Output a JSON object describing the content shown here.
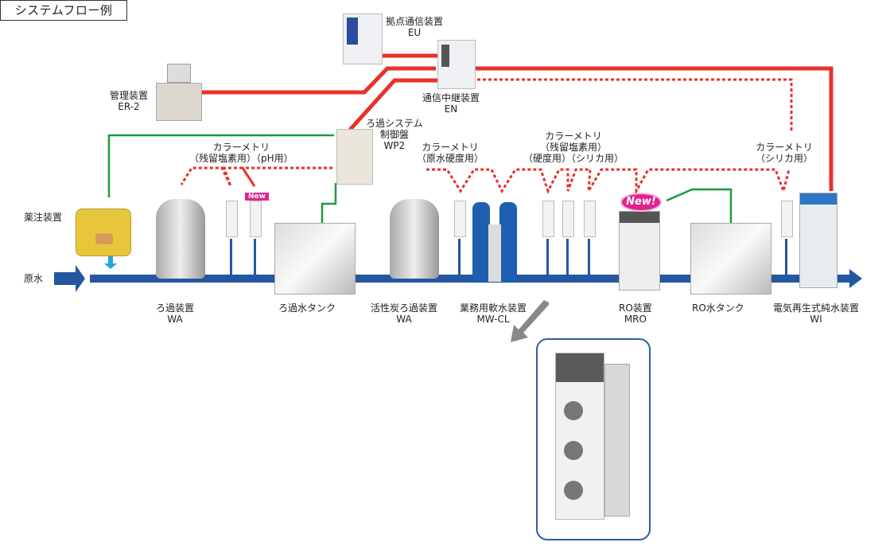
{
  "title": "システムフロー例",
  "colors": {
    "comm_line": "#e8312a",
    "control_line": "#1a9c3c",
    "water_pipe": "#2457a0",
    "new_badge": "#e2238d",
    "inset_border": "#2d5ea8"
  },
  "equipment": {
    "management": {
      "name": "管理装置",
      "model": "ER-2"
    },
    "base_comm": {
      "name": "拠点通信装置",
      "model": "EU"
    },
    "relay_comm": {
      "name": "通信中継装置",
      "model": "EN"
    },
    "filter_control": {
      "name_line1": "ろ過システム",
      "name_line2": "制御盤",
      "model": "WP2"
    },
    "chemical_injector": {
      "name": "薬注装置"
    },
    "raw_water": {
      "name": "原水"
    },
    "filter": {
      "name": "ろ過装置",
      "model": "WA"
    },
    "filter_tank": {
      "name": "ろ過水タンク"
    },
    "carbon_filter": {
      "name": "活性炭ろ過装置",
      "model": "WA"
    },
    "softener": {
      "name": "業務用軟水装置",
      "model": "MW-CL"
    },
    "ro_unit": {
      "name": "RO装置",
      "model": "MRO"
    },
    "ro_tank": {
      "name": "RO水タンク"
    },
    "edi": {
      "name": "電気再生式純水装置",
      "model": "WI"
    }
  },
  "colorimeters": {
    "group1": {
      "title": "カラーメトリ",
      "sub": "（残留塩素用）（pH用）"
    },
    "group2": {
      "title": "カラーメトリ",
      "sub": "（原水硬度用）"
    },
    "group3": {
      "title": "カラーメトリ",
      "sub1": "（残留塩素用）",
      "sub2": "（硬度用）（シリカ用）"
    },
    "group4": {
      "title": "カラーメトリ",
      "sub": "（シリカ用）"
    }
  },
  "badges": {
    "new_small": "New",
    "new_oval": "New!"
  }
}
